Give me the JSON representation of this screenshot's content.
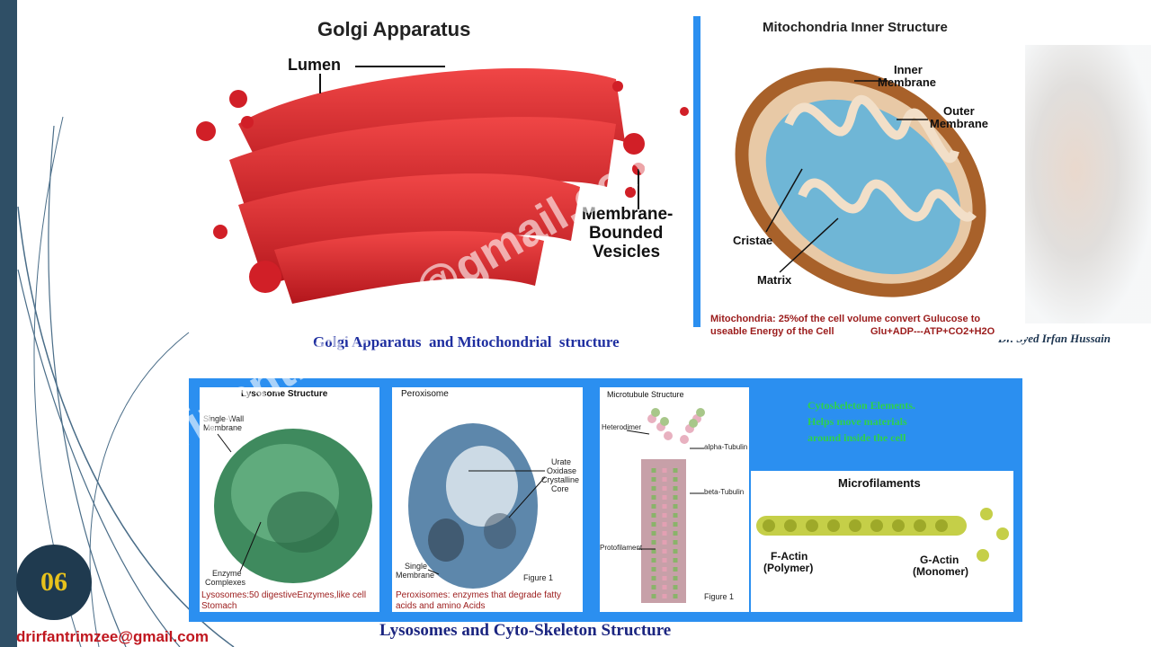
{
  "slide": {
    "page_number": "06",
    "email": "drirfantrimzee@gmail.com",
    "author": "Dr. Syed Irfan Hussain",
    "watermark": "drirfantrimzee@gmail.com",
    "colors": {
      "accent": "#2f4f66",
      "badge_text": "#e8c21c",
      "caption": "#1f2fa0",
      "email": "#c0171f"
    }
  },
  "golgi": {
    "title": "Golgi Apparatus",
    "labels": {
      "lumen": "Lumen",
      "vesicles_1": "Membrane-",
      "vesicles_2": "Bounded",
      "vesicles_3": "Vesicles"
    }
  },
  "mito": {
    "title": "Mitochondria Inner Structure",
    "labels": {
      "inner_1": "Inner",
      "inner_2": "Membrane",
      "outer_1": "Outer",
      "outer_2": "Membrane",
      "cristae": "Cristae",
      "matrix": "Matrix"
    },
    "note_1": "Mitochondria: 25%of the cell volume convert Gulucose to",
    "note_2": "useable Energy of the Cell",
    "equation": "Glu+ADP---ATP+CO2+H2O"
  },
  "caption_top": "Golgi Apparatus  and Mitochondrial  structure",
  "lysosome": {
    "title": "Lysosome Structure",
    "label_wall_1": "Single-Wall",
    "label_wall_2": "Membrane",
    "label_enzyme_1": "Enzyme",
    "label_enzyme_2": "Complexes",
    "note_1": "Lysosomes:50 digestiveEnzymes,like cell",
    "note_2": "Stomach"
  },
  "peroxisome": {
    "title": "Peroxisome",
    "label_core_1": "Urate",
    "label_core_2": "Oxidase",
    "label_core_3": "Crystalline",
    "label_core_4": "Core",
    "label_membrane_1": "Single",
    "label_membrane_2": "Membrane",
    "figure": "Figure 1",
    "note_1": "Peroxisomes: enzymes that degrade fatty",
    "note_2": "acids and amino Acids"
  },
  "microtubule": {
    "title": "Microtubule Structure",
    "heterodimer": "Heterodimer",
    "alpha": "alpha-Tubulin",
    "beta": "beta-Tubulin",
    "protofilament": "Protofilament",
    "figure": "Figure 1"
  },
  "cytoskeleton": {
    "note_1": "Cytoskeleton Elements.",
    "note_2": "Helps move materials",
    "note_3": "around inside the cell"
  },
  "microfilaments": {
    "title": "Microfilaments",
    "factin_1": "F-Actin",
    "factin_2": "(Polymer)",
    "gactin_1": "G-Actin",
    "gactin_2": "(Monomer)"
  },
  "caption_bottom": "Lysosomes and Cyto-Skeleton Structure"
}
